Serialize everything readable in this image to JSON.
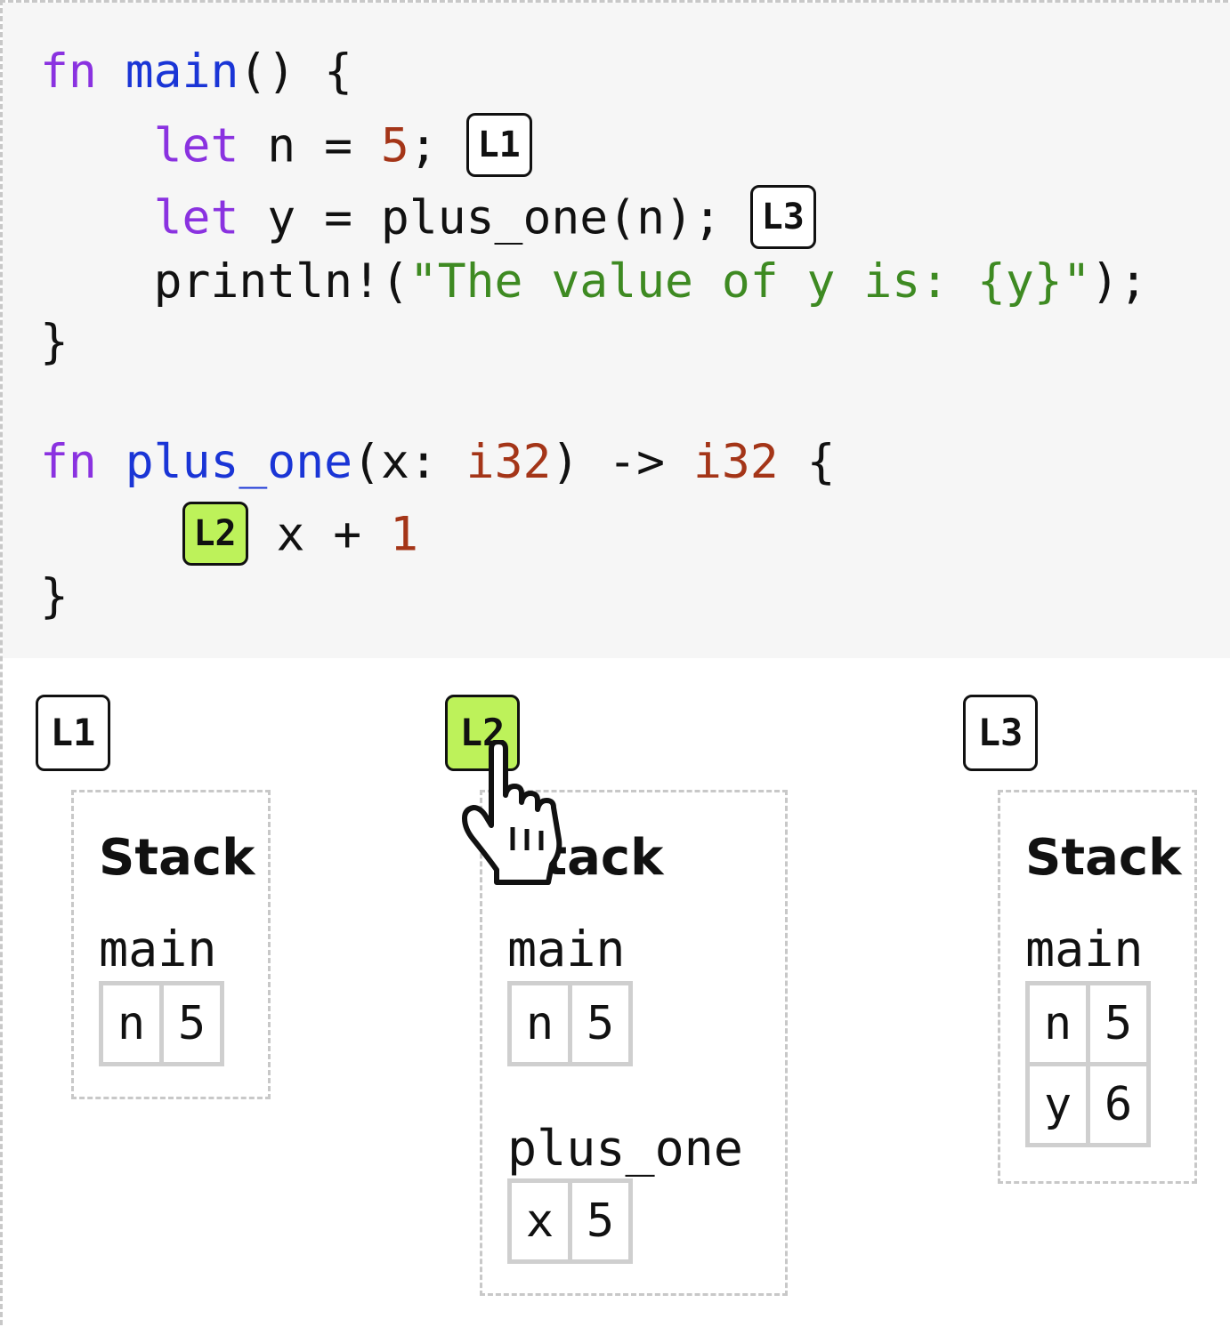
{
  "code": {
    "main_kw": "fn",
    "main_name": "main",
    "main_params": "() {",
    "let1_kw": "let",
    "let1_rest": " n = ",
    "let1_num": "5",
    "let1_end": ";",
    "let2_kw": "let",
    "let2_rest": " y = plus_one(n);",
    "print_macro": "println!(",
    "print_str": "\"The value of y is: {y}\"",
    "print_end": ");",
    "main_close": "}",
    "plus_kw": "fn",
    "plus_name": "plus_one",
    "plus_params": "(x: ",
    "plus_type1": "i32",
    "plus_arrow": ") -> ",
    "plus_type2": "i32",
    "plus_open": " {",
    "body_rest": " x + ",
    "body_num": "1",
    "plus_close": "}"
  },
  "steps": [
    {
      "label": "L1",
      "active": false,
      "stack_title": "Stack",
      "frames": [
        {
          "name": "main",
          "vars": [
            {
              "name": "n",
              "value": "5"
            }
          ]
        }
      ]
    },
    {
      "label": "L2",
      "active": true,
      "stack_title": "Stack",
      "frames": [
        {
          "name": "main",
          "vars": [
            {
              "name": "n",
              "value": "5"
            }
          ]
        },
        {
          "name": "plus_one",
          "vars": [
            {
              "name": "x",
              "value": "5"
            }
          ]
        }
      ]
    },
    {
      "label": "L3",
      "active": false,
      "stack_title": "Stack",
      "frames": [
        {
          "name": "main",
          "vars": [
            {
              "name": "n",
              "value": "5"
            },
            {
              "name": "y",
              "value": "6"
            }
          ]
        }
      ]
    }
  ],
  "colors": {
    "keyword": "#8a32e0",
    "function": "#1a35d6",
    "number": "#a43518",
    "string": "#3e8a22",
    "active_badge": "#bdf25a",
    "code_background": "#f6f6f6",
    "dashed_border": "#c8c8c8"
  },
  "icons": {
    "cursor": "hand-pointer-icon"
  }
}
